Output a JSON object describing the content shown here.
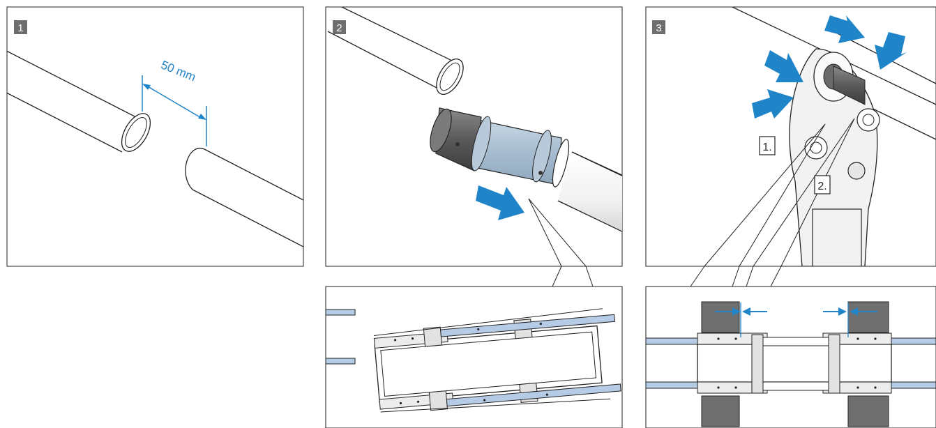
{
  "panels": [
    {
      "number": "1",
      "dimension_label": "50 mm"
    },
    {
      "number": "2"
    },
    {
      "number": "3",
      "callouts": [
        "1.",
        "2."
      ]
    }
  ],
  "colors": {
    "arrow": "#1f84c8",
    "liner": "#b6cce6",
    "fitting_body": "#a9bed3",
    "badge": "#6e6e6e",
    "jaw": "#6f6f6f"
  },
  "icons": {
    "step_badge": "numbered-square",
    "direction": "arrow-icon"
  }
}
